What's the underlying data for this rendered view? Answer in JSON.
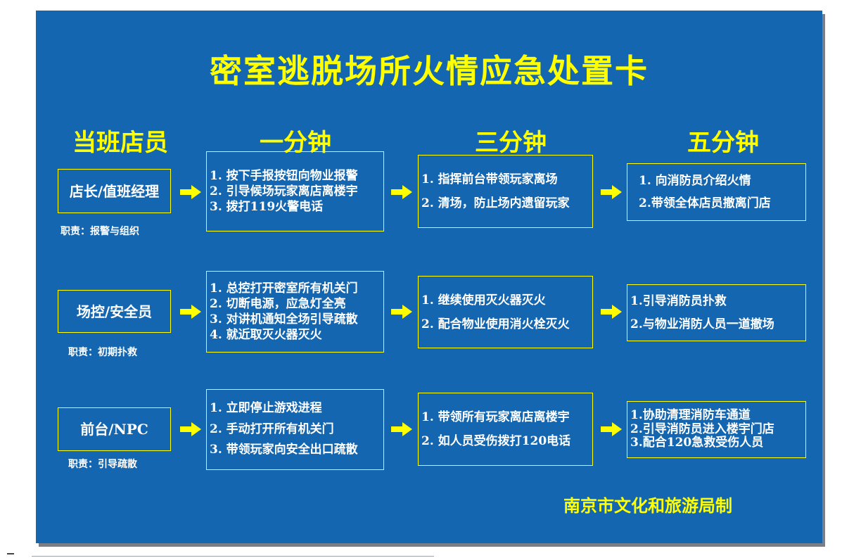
{
  "title": "密室逃脱场所火情应急处置卡",
  "columns": [
    "当班店员",
    "一分钟",
    "三分钟",
    "五分钟"
  ],
  "rows": [
    {
      "role": "店长/值班经理",
      "duty": "职责：报警与组织",
      "one_min": [
        "1. 按下手报按钮向物业报警",
        "2. 引导候场玩家离店离楼宇",
        "3. 拨打119火警电话"
      ],
      "three_min": [
        "1. 指挥前台带领玩家离场",
        "2. 清场，防止场内遗留玩家"
      ],
      "five_min": [
        "1. 向消防员介绍火情",
        "2.带领全体店员撤离门店"
      ]
    },
    {
      "role": "场控/安全员",
      "duty": "职责：初期扑救",
      "one_min": [
        "1. 总控打开密室所有机关门",
        "2. 切断电源，应急灯全亮",
        "3. 对讲机通知全场引导疏散",
        "4. 就近取灭火器灭火"
      ],
      "three_min": [
        "1.  继续使用灭火器灭火",
        "2. 配合物业使用消火栓灭火"
      ],
      "five_min": [
        "1.引导消防员扑救",
        "2.与物业消防人员一道撤场"
      ]
    },
    {
      "role": "前台/NPC",
      "duty": "职责：引导疏散",
      "one_min": [
        "1. 立即停止游戏进程",
        "2. 手动打开所有机关门",
        "3. 带领玩家向安全出口疏散"
      ],
      "three_min": [
        "1. 带领所有玩家离店离楼宇",
        "2. 如人员受伤拨打120电话"
      ],
      "five_min": [
        "1.协助清理消防车通道",
        "2.引导消防员进入楼宇门店",
        "3.配合120急救受伤人员"
      ]
    }
  ],
  "footer": "南京市文化和旅游局制",
  "colors": {
    "background": "#1466b0",
    "accent": "#ffff00",
    "text": "#ffffff"
  }
}
